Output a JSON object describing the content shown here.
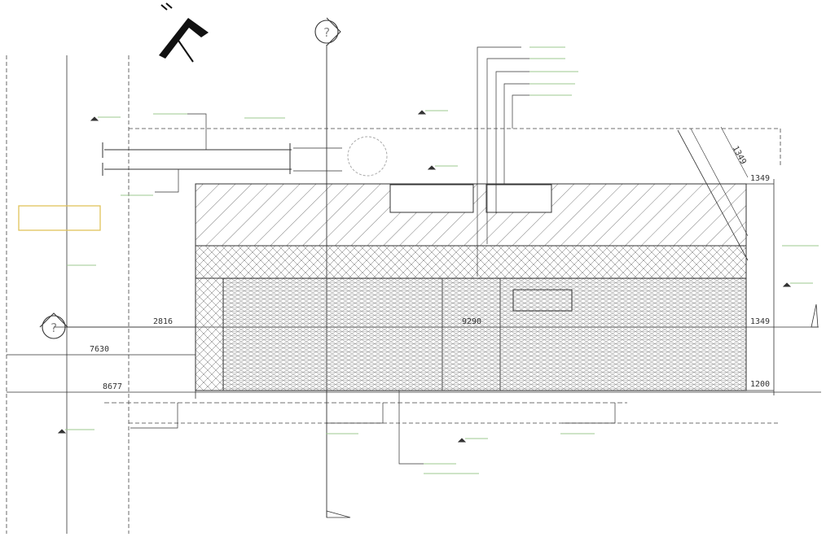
{
  "grid_bubbles": {
    "top": "?",
    "left": "?"
  },
  "dimensions": {
    "d1": "2816",
    "d2": "7630",
    "d3": "8677",
    "d4": "9290",
    "d5": "1349",
    "d6": "1349",
    "d7": "1349",
    "d8": "1200"
  },
  "colors": {
    "linework": "#222222",
    "hatch": "#444444",
    "annotation": "#9cc98f",
    "label_box": "#e0c25a",
    "background": "#ffffff"
  },
  "icons": [
    "north-arrow-icon",
    "grid-bubble-icon",
    "level-marker-icon",
    "tree-symbol-icon"
  ]
}
